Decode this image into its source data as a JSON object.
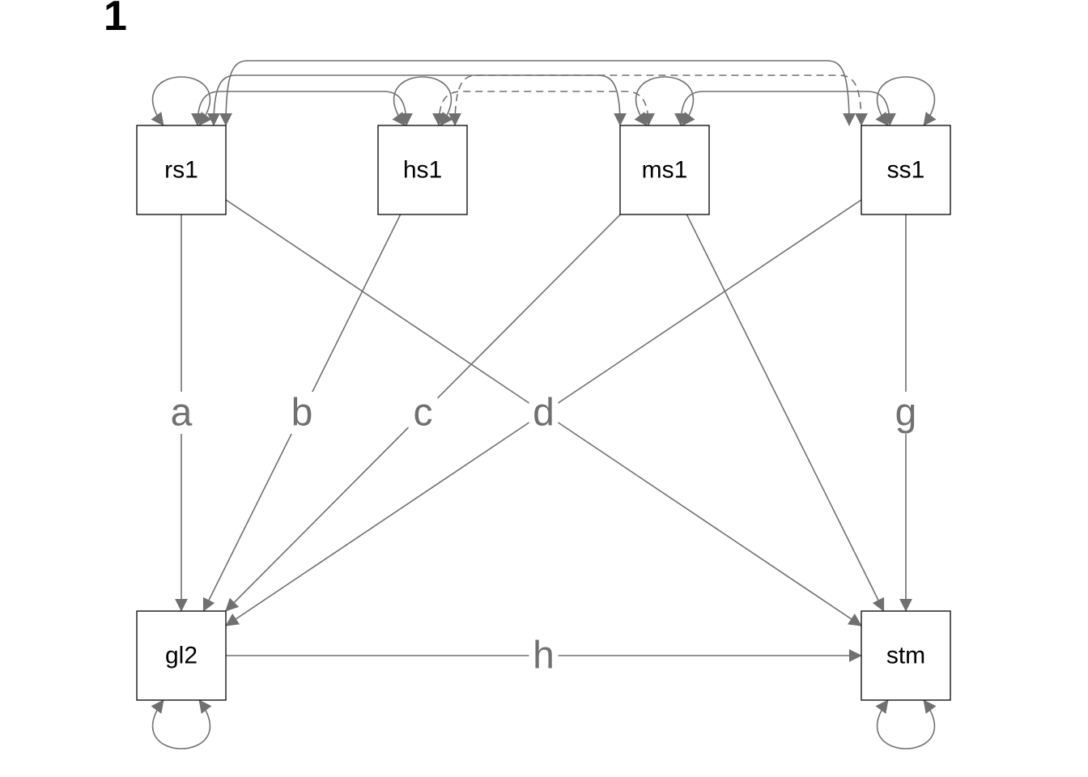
{
  "panel_label": "1",
  "colors": {
    "edge": "#707070",
    "node_border": "#000000",
    "background": "#ffffff"
  },
  "nodes": [
    {
      "id": "rs1",
      "label": "rs1"
    },
    {
      "id": "hs1",
      "label": "hs1"
    },
    {
      "id": "ms1",
      "label": "ms1"
    },
    {
      "id": "ss1",
      "label": "ss1"
    },
    {
      "id": "gl2",
      "label": "gl2"
    },
    {
      "id": "stm",
      "label": "stm"
    }
  ],
  "paths": [
    {
      "from": "rs1",
      "to": "gl2",
      "label": "a"
    },
    {
      "from": "hs1",
      "to": "gl2",
      "label": "b"
    },
    {
      "from": "ms1",
      "to": "gl2",
      "label": "c"
    },
    {
      "from": "ss1",
      "to": "gl2",
      "label": ""
    },
    {
      "from": "rs1",
      "to": "stm",
      "label": "d"
    },
    {
      "from": "ms1",
      "to": "stm",
      "label": ""
    },
    {
      "from": "ss1",
      "to": "stm",
      "label": "g"
    },
    {
      "from": "gl2",
      "to": "stm",
      "label": "h"
    }
  ],
  "covariances": [
    {
      "a": "rs1",
      "b": "hs1",
      "style": "solid"
    },
    {
      "a": "rs1",
      "b": "ms1",
      "style": "solid"
    },
    {
      "a": "rs1",
      "b": "ss1",
      "style": "solid"
    },
    {
      "a": "hs1",
      "b": "ms1",
      "style": "dashed"
    },
    {
      "a": "hs1",
      "b": "ss1",
      "style": "dashed"
    },
    {
      "a": "ms1",
      "b": "ss1",
      "style": "solid"
    }
  ],
  "variances": [
    "rs1",
    "hs1",
    "ms1",
    "ss1",
    "gl2",
    "stm"
  ]
}
